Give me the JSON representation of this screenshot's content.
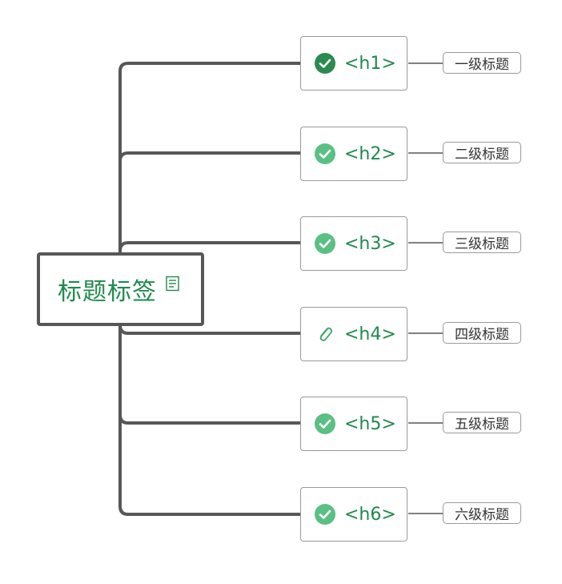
{
  "root": {
    "title": "标题标签",
    "note_icon": "note-icon"
  },
  "nodes": [
    {
      "tag": "<h1>",
      "icon": "check-circle-dark-icon",
      "label": "一级标题"
    },
    {
      "tag": "<h2>",
      "icon": "check-circle-light-icon",
      "label": "二级标题"
    },
    {
      "tag": "<h3>",
      "icon": "check-circle-light-icon",
      "label": "三级标题"
    },
    {
      "tag": "<h4>",
      "icon": "paperclip-icon",
      "label": "四级标题"
    },
    {
      "tag": "<h5>",
      "icon": "check-circle-light-icon",
      "label": "五级标题"
    },
    {
      "tag": "<h6>",
      "icon": "check-circle-light-icon",
      "label": "六级标题"
    }
  ],
  "colors": {
    "accent_green": "#1f8a4c",
    "dark_check": "#2a8a4f",
    "light_check": "#5ac083",
    "line": "#575757"
  }
}
